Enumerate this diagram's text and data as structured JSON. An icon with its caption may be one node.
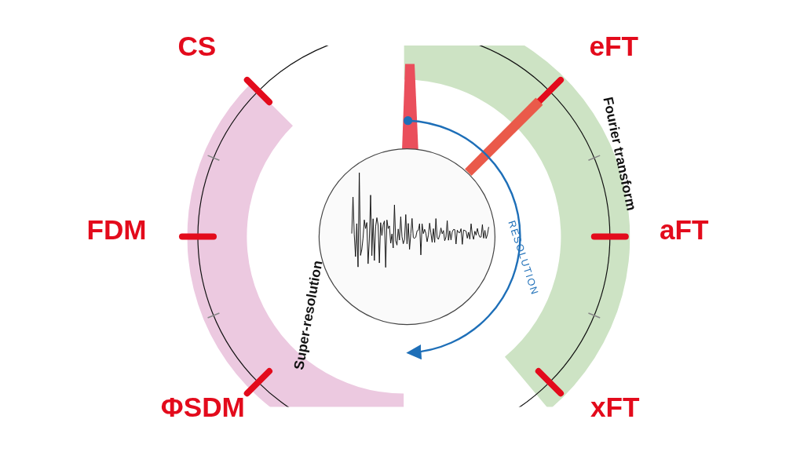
{
  "diagram": {
    "nodes": [
      {
        "text": [
          "Super-resolution"
        ]
      },
      {
        "text": [
          "Fourier transform"
        ]
      }
    ],
    "labels": [
      "CS",
      "eFT",
      "FDM",
      "aFT",
      "ΦSDM",
      "xFT",
      "RESOLUTION"
    ]
  }
}
